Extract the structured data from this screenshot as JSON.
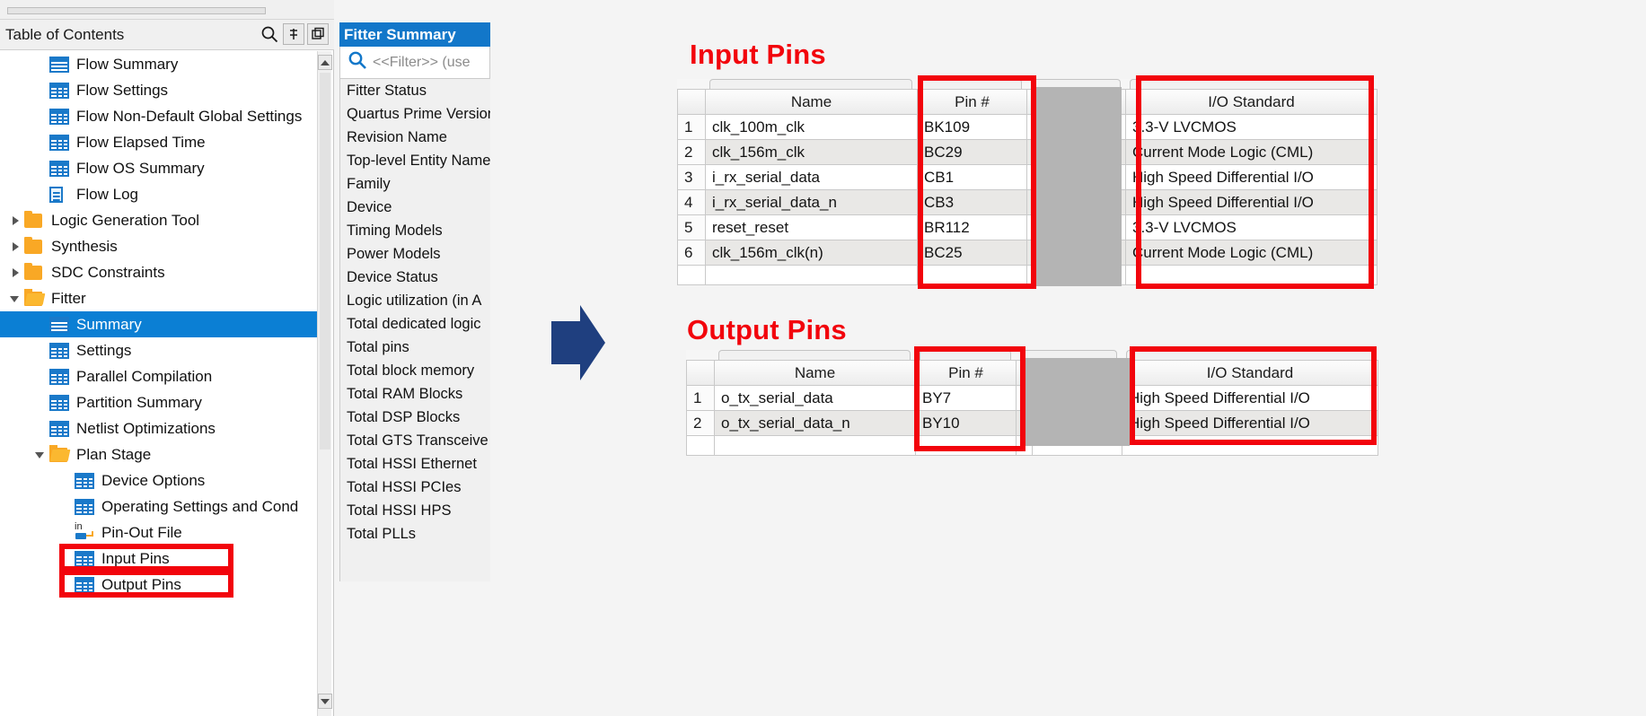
{
  "toc": {
    "title": "Table of Contents",
    "icons": {
      "search": "search-icon",
      "pin": "pin-icon",
      "detach": "detach-icon"
    },
    "items": [
      {
        "label": "Flow Summary",
        "indent": 1,
        "icon": "summary",
        "twist": "none",
        "selected": false
      },
      {
        "label": "Flow Settings",
        "indent": 1,
        "icon": "grid",
        "twist": "none",
        "selected": false
      },
      {
        "label": "Flow Non-Default Global Settings",
        "indent": 1,
        "icon": "grid",
        "twist": "none",
        "selected": false
      },
      {
        "label": "Flow Elapsed Time",
        "indent": 1,
        "icon": "grid",
        "twist": "none",
        "selected": false
      },
      {
        "label": "Flow OS Summary",
        "indent": 1,
        "icon": "grid",
        "twist": "none",
        "selected": false
      },
      {
        "label": "Flow Log",
        "indent": 1,
        "icon": "doc",
        "twist": "none",
        "selected": false
      },
      {
        "label": "Logic Generation Tool",
        "indent": 0,
        "icon": "folder",
        "twist": "closed",
        "selected": false
      },
      {
        "label": "Synthesis",
        "indent": 0,
        "icon": "folder",
        "twist": "closed",
        "selected": false
      },
      {
        "label": "SDC Constraints",
        "indent": 0,
        "icon": "folder",
        "twist": "closed",
        "selected": false
      },
      {
        "label": "Fitter",
        "indent": 0,
        "icon": "folder-open",
        "twist": "open",
        "selected": false
      },
      {
        "label": "Summary",
        "indent": 1,
        "icon": "summary",
        "twist": "none",
        "selected": true
      },
      {
        "label": "Settings",
        "indent": 1,
        "icon": "grid",
        "twist": "none",
        "selected": false
      },
      {
        "label": "Parallel Compilation",
        "indent": 1,
        "icon": "grid",
        "twist": "none",
        "selected": false
      },
      {
        "label": "Partition Summary",
        "indent": 1,
        "icon": "grid",
        "twist": "none",
        "selected": false
      },
      {
        "label": "Netlist Optimizations",
        "indent": 1,
        "icon": "grid",
        "twist": "none",
        "selected": false
      },
      {
        "label": "Plan Stage",
        "indent": 1,
        "icon": "folder-open",
        "twist": "open",
        "selected": false
      },
      {
        "label": "Device Options",
        "indent": 2,
        "icon": "grid",
        "twist": "none",
        "selected": false
      },
      {
        "label": "Operating Settings and Cond",
        "indent": 2,
        "icon": "grid",
        "twist": "none",
        "selected": false
      },
      {
        "label": "Pin-Out File",
        "indent": 2,
        "icon": "pinout",
        "twist": "none",
        "selected": false
      },
      {
        "label": "Input Pins",
        "indent": 2,
        "icon": "grid",
        "twist": "none",
        "selected": false,
        "highlighted": true
      },
      {
        "label": "Output Pins",
        "indent": 2,
        "icon": "grid",
        "twist": "none",
        "selected": false,
        "highlighted": true
      }
    ]
  },
  "fitter_summary": {
    "title": "Fitter Summary",
    "filter_placeholder": "<<Filter>> (use",
    "items": [
      "Fitter Status",
      "Quartus Prime Version",
      "Revision Name",
      "Top-level Entity Name",
      "Family",
      "Device",
      "Timing Models",
      "Power Models",
      "Device Status",
      "Logic utilization (in A",
      "Total dedicated logic",
      "Total pins",
      "Total block memory",
      "Total RAM Blocks",
      "Total DSP Blocks",
      "Total GTS Transceive",
      "Total HSSI Ethernet",
      "Total HSSI PCIes",
      "Total HSSI HPS",
      "Total PLLs"
    ]
  },
  "annotations": {
    "input_title": "Input Pins",
    "output_title": "Output Pins",
    "highlight_color": "#f2040c",
    "arrow_color": "#1f3f7f"
  },
  "input_pins": {
    "columns": [
      "",
      "Name",
      "Pin #",
      "I/O Standard"
    ],
    "rows": [
      {
        "index": "1",
        "name": "clk_100m_clk",
        "pin": "BK109",
        "io": "3.3-V LVCMOS"
      },
      {
        "index": "2",
        "name": "clk_156m_clk",
        "pin": "BC29",
        "io": "Current Mode Logic (CML)"
      },
      {
        "index": "3",
        "name": "i_rx_serial_data",
        "pin": "CB1",
        "io": "High Speed Differential I/O"
      },
      {
        "index": "4",
        "name": "i_rx_serial_data_n",
        "pin": "CB3",
        "io": "High Speed Differential I/O"
      },
      {
        "index": "5",
        "name": "reset_reset",
        "pin": "BR112",
        "io": "3.3-V LVCMOS"
      },
      {
        "index": "6",
        "name": "clk_156m_clk(n)",
        "pin": "BC25",
        "io": "Current Mode Logic (CML)"
      }
    ]
  },
  "output_pins": {
    "columns": [
      "",
      "Name",
      "Pin #",
      "I/O Standard"
    ],
    "rows": [
      {
        "index": "1",
        "name": "o_tx_serial_data",
        "pin": "BY7",
        "io": "High Speed Differential I/O"
      },
      {
        "index": "2",
        "name": "o_tx_serial_data_n",
        "pin": "BY10",
        "io": "High Speed Differential I/O"
      }
    ]
  }
}
